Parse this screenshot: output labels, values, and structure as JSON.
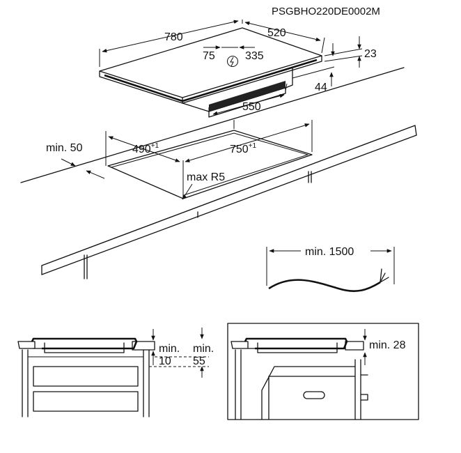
{
  "drawing_code": "PSGBHO220DE0002M",
  "hob": {
    "width": "780",
    "depth": "520",
    "offset_small": "75",
    "offset_large": "335",
    "thickness": "23",
    "body_height": "44",
    "body_width": "550",
    "power_icon": "power-connection-icon"
  },
  "cutout": {
    "min_edge": "min. 50",
    "depth": "490",
    "depth_tol": "+1",
    "width": "750",
    "width_tol": "+1",
    "corner_radius": "max R5"
  },
  "cable": {
    "min_length": "min. 1500"
  },
  "section_drawer": {
    "gap_label": "min.",
    "gap_value": "10",
    "space_label": "min.",
    "space_value": "55"
  },
  "section_oven": {
    "gap": "min. 28"
  }
}
